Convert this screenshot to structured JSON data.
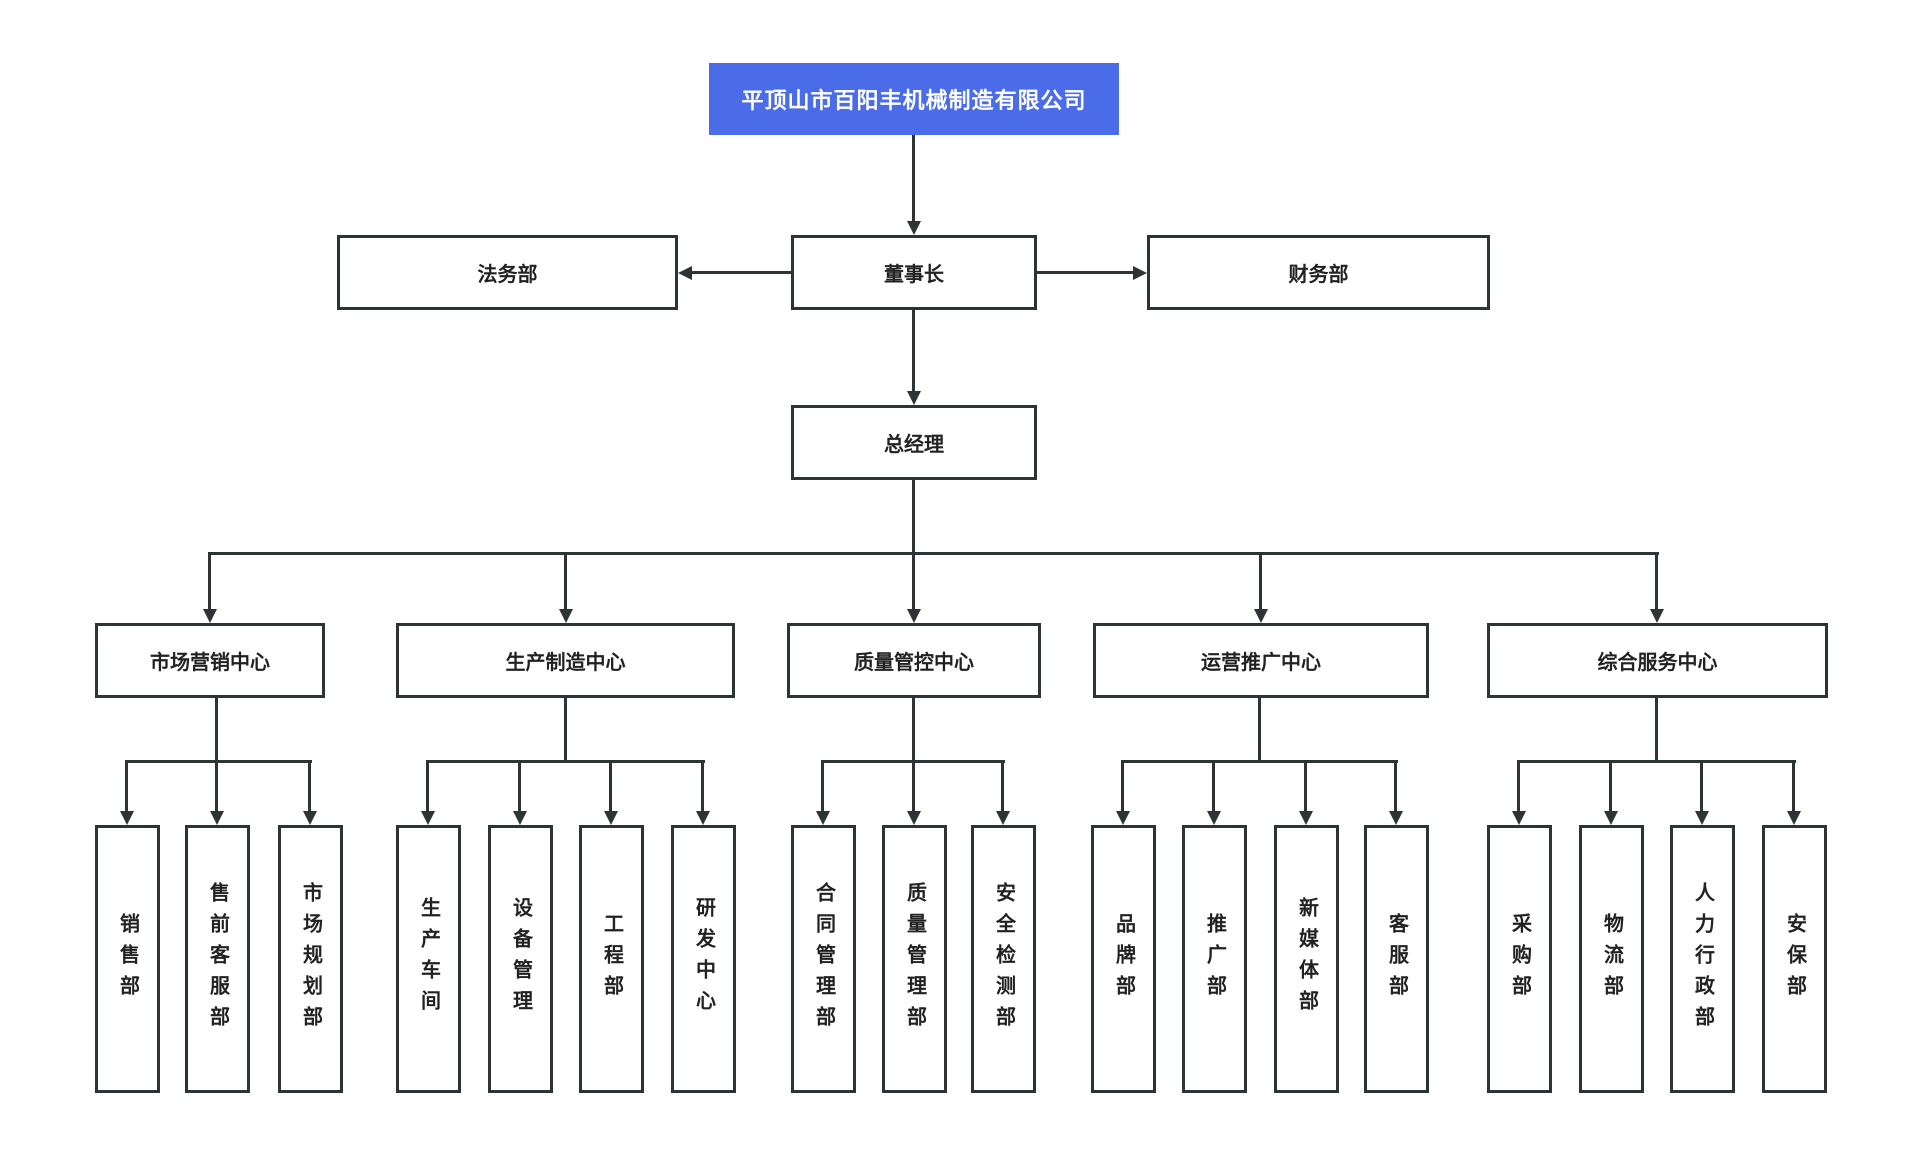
{
  "org": {
    "root": "平顶山市百阳丰机械制造有限公司",
    "legal": "法务部",
    "chairman": "董事长",
    "finance": "财务部",
    "general_manager": "总经理",
    "centers": [
      {
        "label": "市场营销中心",
        "departments": [
          "销售部",
          "售前客服部",
          "市场规划部"
        ]
      },
      {
        "label": "生产制造中心",
        "departments": [
          "生产车间",
          "设备管理",
          "工程部",
          "研发中心"
        ]
      },
      {
        "label": "质量管控中心",
        "departments": [
          "合同管理部",
          "质量管理部",
          "安全检测部"
        ]
      },
      {
        "label": "运营推广中心",
        "departments": [
          "品牌部",
          "推广部",
          "新媒体部",
          "客服部"
        ]
      },
      {
        "label": "综合服务中心",
        "departments": [
          "采购部",
          "物流部",
          "人力行政部",
          "安保部"
        ]
      }
    ]
  },
  "colors": {
    "root_background": "#4a6ce8",
    "root_text": "#ffffff",
    "node_background": "#ffffff",
    "node_border": "#2d3436",
    "node_text": "#222222",
    "connector": "#2d3436",
    "page_background": "#ffffff"
  }
}
